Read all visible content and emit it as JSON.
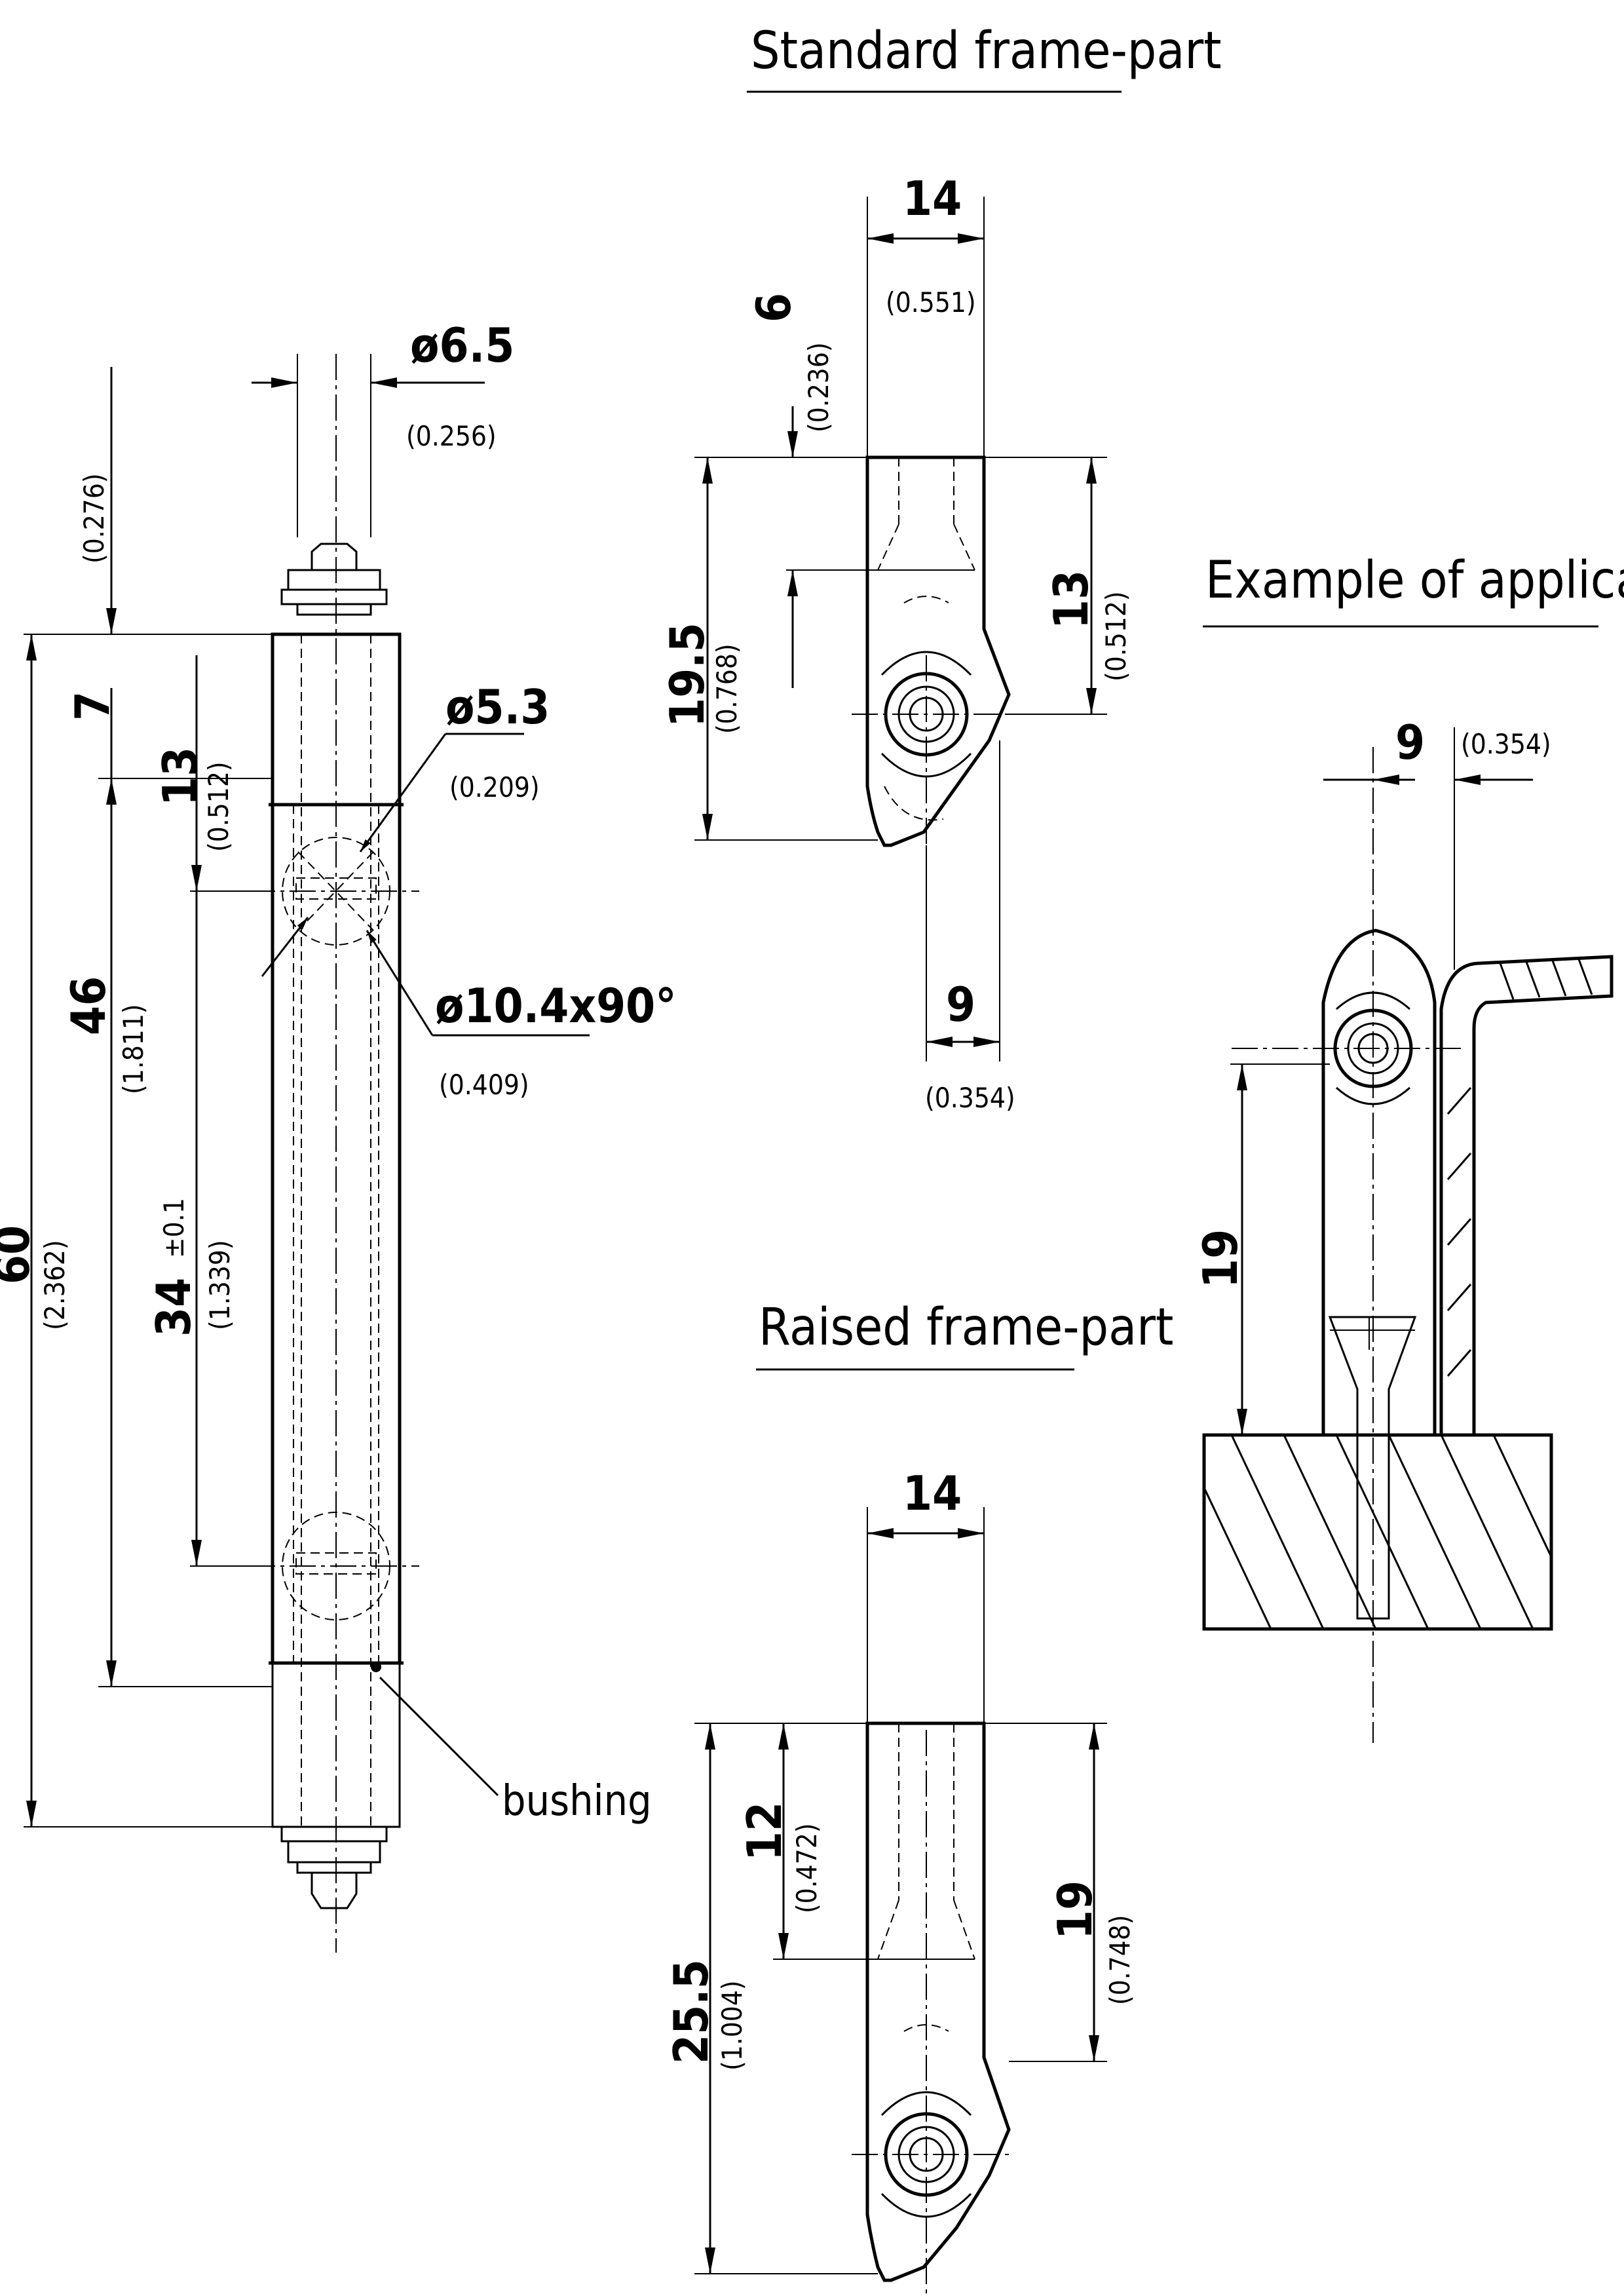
{
  "titles": {
    "standard": "Standard frame-part",
    "raised": "Raised frame-part",
    "application": "Example of application"
  },
  "labels": {
    "bushing": "bushing"
  },
  "dims": {
    "d65": "ø6.5",
    "d65_in": "(0.256)",
    "top_in": "(0.276)",
    "d7": "7",
    "d13a": "13",
    "d13a_in": "(0.512)",
    "d53": "ø5.3",
    "d53_in": "(0.209)",
    "d104": "ø10.4x90°",
    "d104_in": "(0.409)",
    "d46": "46",
    "d46_in": "(1.811)",
    "d34": "34",
    "d34_tol": "±0.1",
    "d34_in": "(1.339)",
    "d60": "60",
    "d60_in": "(2.362)",
    "s14": "14",
    "s14_in": "(0.551)",
    "s6": "6",
    "s6_in": "(0.236)",
    "s195": "19.5",
    "s195_in": "(0.768)",
    "s13": "13",
    "s13_in": "(0.512)",
    "s9": "9",
    "s9_in": "(0.354)",
    "r14": "14",
    "r12": "12",
    "r12_in": "(0.472)",
    "r255": "25.5",
    "r255_in": "(1.004)",
    "r19": "19",
    "r19_in": "(0.748)",
    "a9": "9",
    "a9_in": "(0.354)",
    "a19": "19"
  }
}
